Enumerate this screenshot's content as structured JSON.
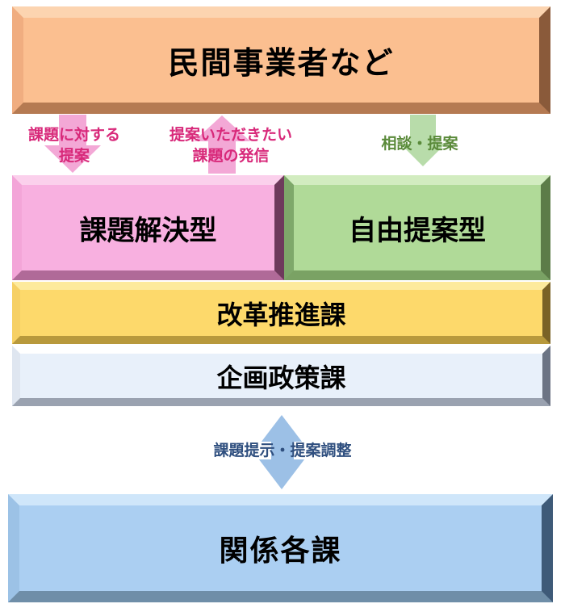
{
  "diagram": {
    "top_box": {
      "label": "民間事業者など",
      "color": "#fbbf90"
    },
    "arrows": {
      "left_down": {
        "lines": [
          "課題に対する",
          "提案"
        ],
        "direction": "down",
        "color": "#f3a8d6",
        "text_color": "#d8297a"
      },
      "left_up": {
        "lines": [
          "提案いただきたい",
          "課題の発信"
        ],
        "direction": "up",
        "color": "#f3a8d6",
        "text_color": "#d8297a"
      },
      "right_down": {
        "label": "相談・提案",
        "direction": "down",
        "color": "#b8dcaa",
        "text_color": "#5a8a3a"
      },
      "bidirectional": {
        "label": "課題提示・提案調整",
        "direction": "up-down",
        "color": "#9cc0e6",
        "text_color": "#2f4f7f"
      }
    },
    "pink_box": {
      "label": "課題解決型",
      "color": "#f8b0e0"
    },
    "green_box": {
      "label": "自由提案型",
      "color": "#b0da98"
    },
    "yellow_box": {
      "label": "改革推進課",
      "color": "#fdd96b"
    },
    "lightblue_box": {
      "label": "企画政策課",
      "color": "#e8f0fa"
    },
    "bottom_box": {
      "label": "関係各課",
      "color": "#abcff2"
    }
  }
}
